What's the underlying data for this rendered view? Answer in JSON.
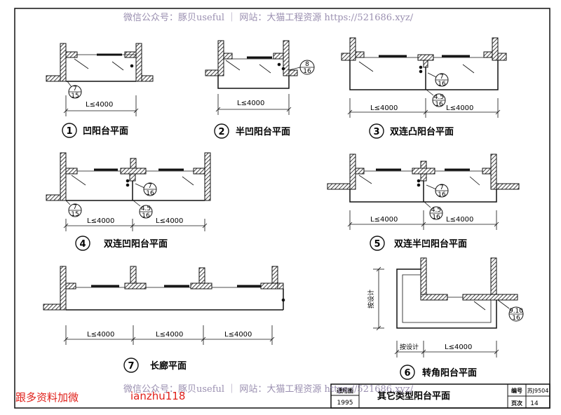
{
  "watermark": {
    "top": "微信公众号：豚贝useful ｜ 网站：大猫工程资源 https://521686.xyz/",
    "bottom": "微信公众号：豚贝useful ｜ 网站：大猫工程资源 https://521686.xyz/"
  },
  "ad": {
    "left": "跟多资料加微",
    "right": "ianzhu118"
  },
  "dims": {
    "max_len": "L≤4000",
    "by_design": "按设计"
  },
  "figures": [
    {
      "num": "1",
      "caption": "凹阳台平面"
    },
    {
      "num": "2",
      "caption": "半凹阳台平面"
    },
    {
      "num": "3",
      "caption": "双连凸阳台平面"
    },
    {
      "num": "4",
      "caption": "双连凹阳台平面"
    },
    {
      "num": "5",
      "caption": "双连半凹阳台平面"
    },
    {
      "num": "6",
      "caption": "转角阳台平面"
    },
    {
      "num": "7",
      "caption": "长廊平面"
    }
  ],
  "refs": {
    "r7_15": {
      "top": "7",
      "bottom": "15"
    },
    "r8_16": {
      "top": "8",
      "bottom": "16"
    },
    "r7_16": {
      "top": "7",
      "bottom": "16"
    },
    "r45_16": {
      "top": "4.5",
      "bottom": "16"
    },
    "r910_16": {
      "top": "9.10",
      "bottom": "16"
    }
  },
  "title_block": {
    "approved_label": "通用图",
    "year": "1995",
    "title": "其它类型阳台平面",
    "code_label": "编号",
    "code": "苏J9504",
    "page_label": "页次",
    "page": "14"
  }
}
